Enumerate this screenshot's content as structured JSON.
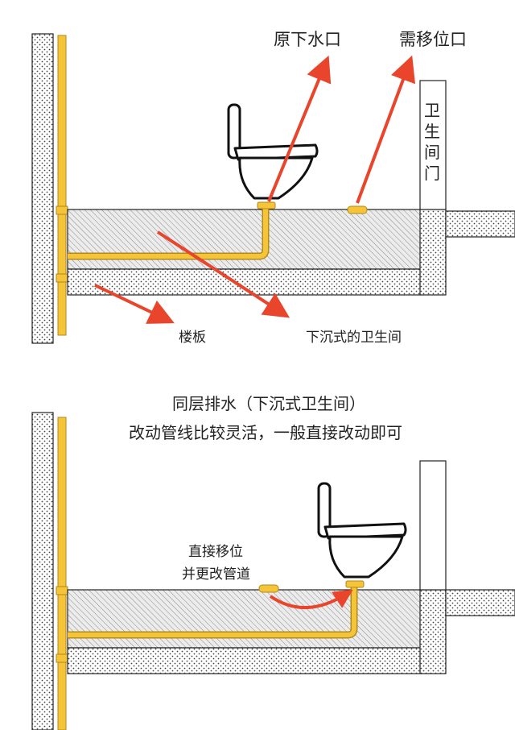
{
  "top": {
    "label_original_drain": "原下水口",
    "label_needs_move": "需移位口",
    "label_door": [
      "卫",
      "生",
      "间",
      "门"
    ],
    "label_floor_slab": "楼板",
    "label_sunken_bathroom": "下沉式的卫生间"
  },
  "bottom": {
    "title_line1": "同层排水（下沉式卫生间）",
    "title_line2": "改动管线比较灵活，一般直接改动即可",
    "label_move_line1": "直接移位",
    "label_move_line2": "并更改管道"
  },
  "colors": {
    "pipe": "#F5C438",
    "pipe_outline": "#B08A1A",
    "arrow": "#E8452C",
    "wall_dots": "#555555",
    "hatch": "#9a9a9a",
    "outline": "#222222"
  }
}
